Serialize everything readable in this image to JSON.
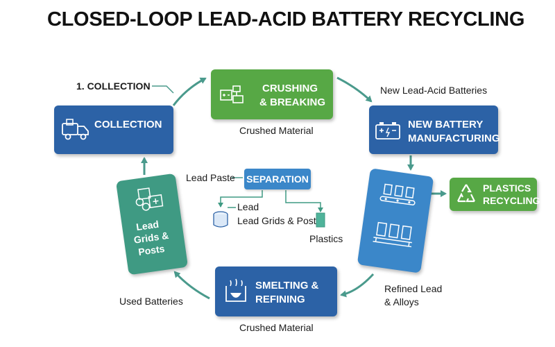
{
  "title": "CLOSED-LOOP LEAD-ACID BATTERY RECYCLING",
  "nodes": {
    "collection": {
      "label": "COLLECTION",
      "step_label": "1. COLLECTION"
    },
    "crushing": {
      "line1": "CRUSHING",
      "line2": "& BREAKING",
      "output": "Crushed Material"
    },
    "manufacturing": {
      "line1": "NEW BATTERY",
      "line2": "MANUFACTURING",
      "input": "New Lead-Acid Batteries"
    },
    "plastics": {
      "line1": "PLASTICS",
      "line2": "RECYCLING"
    },
    "smelting": {
      "line1": "SMELTING &",
      "line2": "REFINING",
      "output": "Crushed Material",
      "input": "Used Batteries"
    },
    "refined": {
      "line1": "Refined Lead",
      "line2": "& Alloys"
    },
    "lead_grids": {
      "line1": "Lead",
      "line2": "Grids &",
      "line3": "Posts"
    },
    "separation": {
      "label": "SEPARATION",
      "lead_paste": "Lead Paste",
      "lead": "Lead",
      "lead_grids_posts": "Lead Grids & Posts",
      "plastics": "Plastics"
    }
  },
  "colors": {
    "blue": "#2c62a6",
    "green": "#57a845",
    "teal": "#3f9a83",
    "light_blue": "#3b87c9",
    "arrow": "#4a9a8c"
  }
}
